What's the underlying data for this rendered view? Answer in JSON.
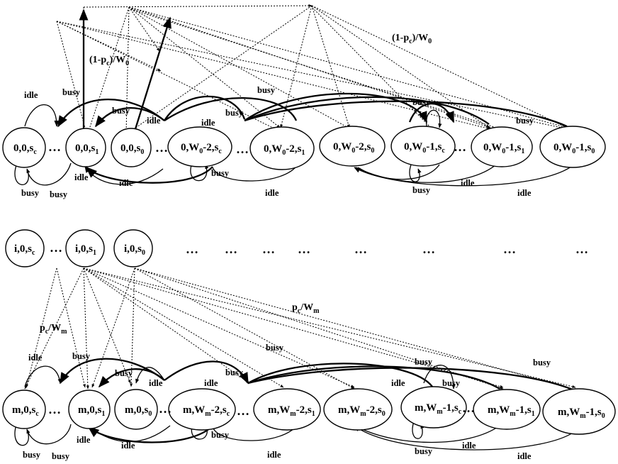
{
  "top_row": {
    "states": [
      {
        "label": "0,0,s",
        "sub": "c"
      },
      {
        "label": "0,0,s",
        "sub": "1"
      },
      {
        "label": "0,0,s",
        "sub": "0"
      },
      {
        "label": "0,W",
        "sub": "0",
        "rest": "-2,s",
        "sub2": "c"
      },
      {
        "label": "0,W",
        "sub": "0",
        "rest": "-2,s",
        "sub2": "1"
      },
      {
        "label": "0,W",
        "sub": "0",
        "rest": "-2,s",
        "sub2": "0"
      },
      {
        "label": "0,W",
        "sub": "0",
        "rest": "-1,s",
        "sub2": "c"
      },
      {
        "label": "0,W",
        "sub": "0",
        "rest": "-1,s",
        "sub2": "1"
      },
      {
        "label": "0,W",
        "sub": "0",
        "rest": "-1,s",
        "sub2": "0"
      }
    ],
    "prob_label_left": {
      "main": "(1-p",
      "sub": "c",
      "rest": ")/W",
      "sub2": "0"
    },
    "prob_label_right": {
      "main": "(1-p",
      "sub": "c",
      "rest": ")/W",
      "sub2": "0"
    }
  },
  "middle_row": {
    "states": [
      {
        "label": "i,0,s",
        "sub": "c"
      },
      {
        "label": "i,0,s",
        "sub": "1"
      },
      {
        "label": "i,0,s",
        "sub": "0"
      }
    ],
    "ellipsis": "…"
  },
  "bottom_row": {
    "states": [
      {
        "label": "m,0,s",
        "sub": "c"
      },
      {
        "label": "m,0,s",
        "sub": "1"
      },
      {
        "label": "m,0,s",
        "sub": "0"
      },
      {
        "label": "m,W",
        "sub": "m",
        "rest": "-2,s",
        "sub2": "c"
      },
      {
        "label": "m,W",
        "sub": "m",
        "rest": "-2,s",
        "sub2": "1"
      },
      {
        "label": "m,W",
        "sub": "m",
        "rest": "-2,s",
        "sub2": "0"
      },
      {
        "label": "m,W",
        "sub": "m",
        "rest": "-1,s",
        "sub2": "c"
      },
      {
        "label": "m,W",
        "sub": "m",
        "rest": "-1,s",
        "sub2": "1"
      },
      {
        "label": "m,W",
        "sub": "m",
        "rest": "-1,s",
        "sub2": "0"
      }
    ],
    "prob_label_left": {
      "main": "p",
      "sub": "c",
      "rest": "/W",
      "sub2": "m"
    },
    "prob_label_right": {
      "main": "p",
      "sub": "c",
      "rest": "/W",
      "sub2": "m"
    }
  },
  "edge_labels": {
    "idle": "idle",
    "busy": "busy"
  },
  "ellipsis": "…"
}
